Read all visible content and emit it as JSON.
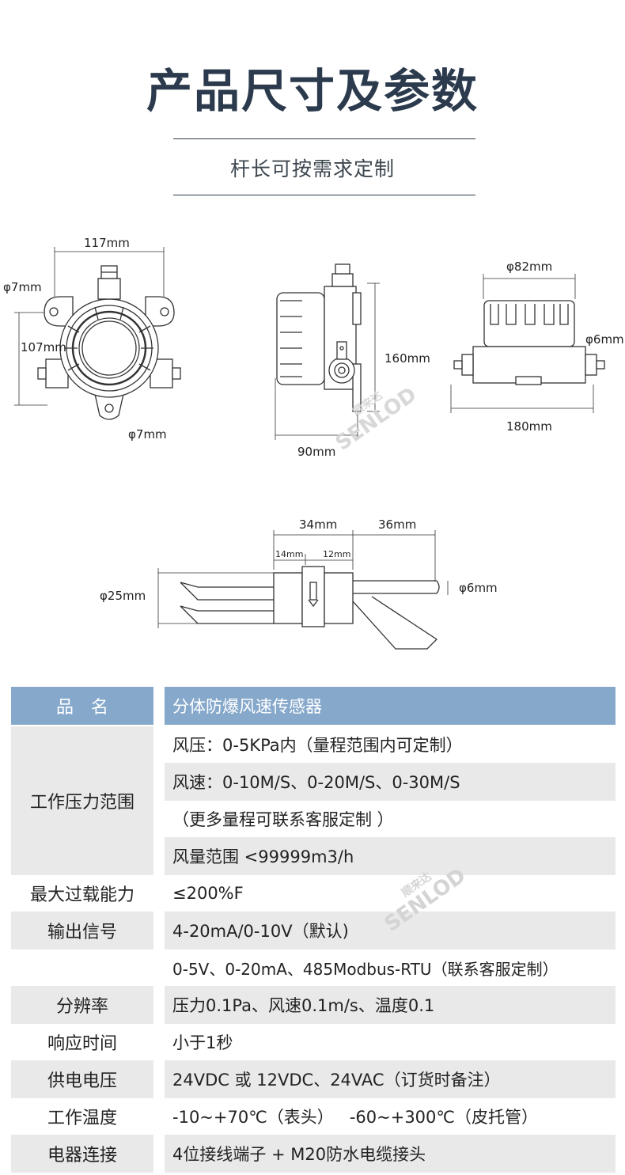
{
  "header": {
    "title": "产品尺寸及参数",
    "subtitle": "杆长可按需求定制"
  },
  "dimensions": {
    "front_width": "117mm",
    "front_hole_left": "φ7mm",
    "front_height": "107mm",
    "front_hole_bottom": "φ7mm",
    "side_height": "160mm",
    "side_depth": "90mm",
    "top_diameter": "φ82mm",
    "top_nozzle": "φ6mm",
    "top_length": "180mm",
    "probe_left": "34mm",
    "probe_right": "36mm",
    "probe_a": "14mm",
    "probe_b": "12mm",
    "probe_dia": "φ25mm",
    "probe_tip": "φ6mm"
  },
  "watermark": {
    "cn": "顺来达",
    "en": "SENLOD",
    "reg": "®"
  },
  "specs": {
    "name_label": "品　名",
    "name_value": "分体防爆风速传感器",
    "range_label": "工作压力范围",
    "range_1": "风压：0-5KPa内（量程范围内可定制）",
    "range_2": "风速：0-10M/S、0-20M/S、0-30M/S",
    "range_3": "（更多量程可联系客服定制 ）",
    "range_4": " 风量范围 <99999m3/h",
    "overload_label": "最大过载能力",
    "overload_value": "≤200%F",
    "output_label": "输出信号",
    "output_value": "4-20mA/0-10V（默认)",
    "output_value_2": "0-5V、0-20mA、485Modbus-RTU（联系客服定制）",
    "resolution_label": "分辨率",
    "resolution_value": "压力0.1Pa、风速0.1m/s、温度0.1",
    "response_label": "响应时间",
    "response_value": "小于1秒",
    "power_label": "供电电压",
    "power_value": "24VDC 或 12VDC、24VAC（订货时备注）",
    "temp_label": "工作温度",
    "temp_value": "-10~+70℃（表头）   -60~+300℃（皮托管）",
    "conn_label": "电器连接",
    "conn_value": "4位接线端子 + M20防水电缆接头"
  }
}
